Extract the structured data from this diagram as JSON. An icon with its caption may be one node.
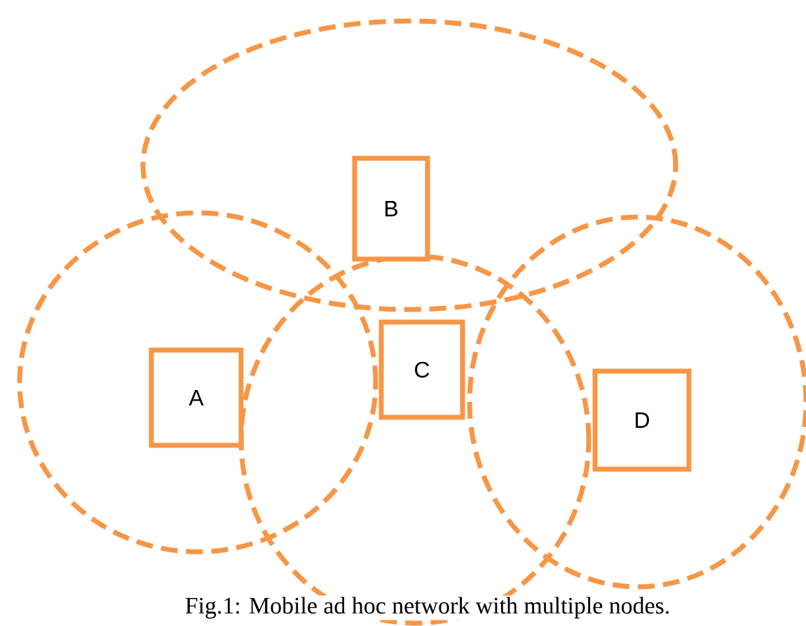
{
  "diagram": {
    "caption": "Fig.1: Mobile ad hoc network with multiple nodes.",
    "nodes": [
      {
        "text": [],
        "shape": "ellipse"
      },
      {
        "text": [],
        "shape": "ellipse"
      },
      {
        "text": [],
        "shape": "ellipse"
      },
      {
        "text": [],
        "shape": "ellipse"
      },
      {
        "text": [
          "B"
        ],
        "in": 0
      },
      {
        "text": [
          "A"
        ],
        "in": 1
      },
      {
        "text": [
          "C"
        ],
        "in": 2
      },
      {
        "text": [
          "D"
        ],
        "in": 3
      }
    ]
  }
}
